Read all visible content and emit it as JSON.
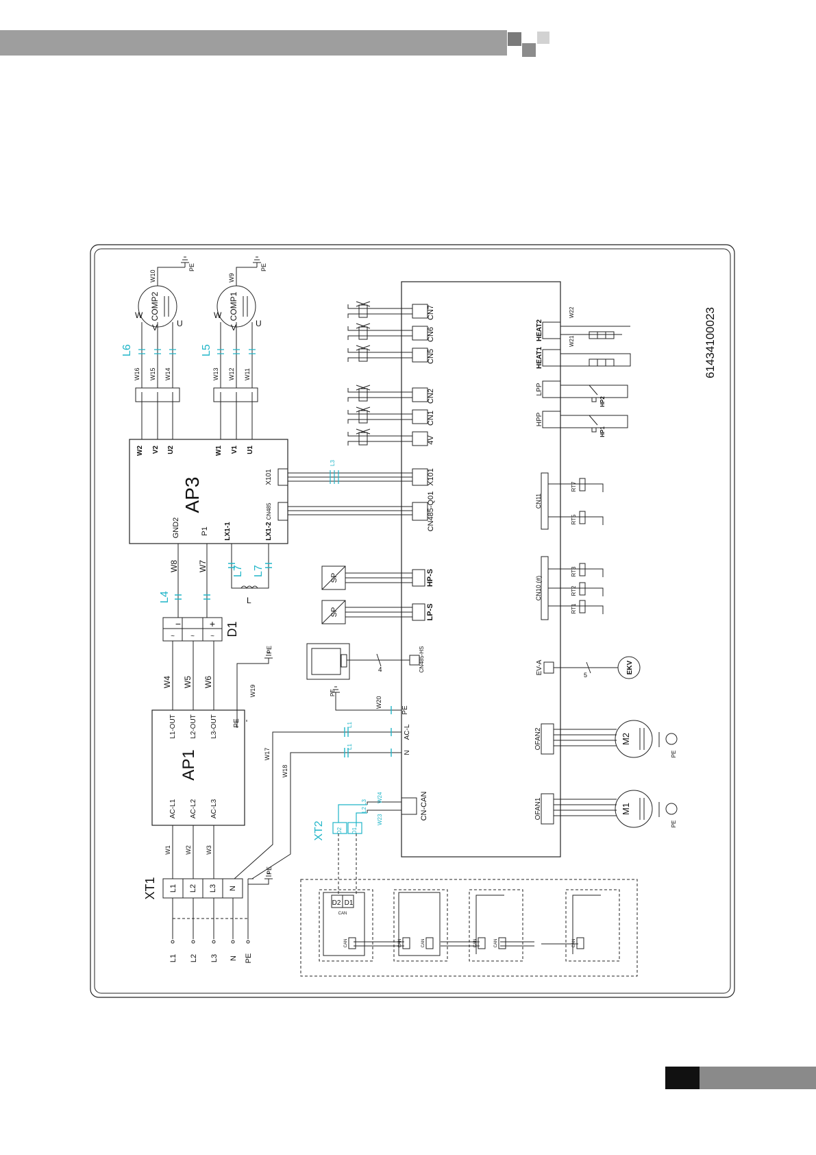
{
  "document_number": "61434100023",
  "labels": {
    "xt1": "XT1",
    "xt2": "XT2",
    "ap1": "AP1",
    "ap3": "AP3",
    "d1": "D1",
    "comp1": "COMP1",
    "comp2": "COMP2",
    "m1": "M1",
    "m2": "M2",
    "ekv": "EKV",
    "pe": "PE",
    "sp": "SP",
    "l": "L"
  },
  "xt1_terminals": [
    "L1",
    "L2",
    "L3",
    "N"
  ],
  "supply_labels": [
    "L1",
    "L2",
    "L3",
    "N",
    "PE"
  ],
  "ap1_inputs": [
    "AC-L1",
    "AC-L2",
    "AC-L3"
  ],
  "ap1_outputs": [
    "L1-OUT",
    "L2-OUT",
    "L3-OUT",
    "PE"
  ],
  "ap3_pins": {
    "gnd2": "GND2",
    "p1": "P1",
    "lx1_1": "LX1-1",
    "lx1_2": "LX1-2",
    "x101": "X101",
    "cn485": "CN485",
    "w2": "W2",
    "v2": "V2",
    "u2": "U2",
    "w1": "W1",
    "v1": "V1",
    "u1": "U1"
  },
  "wires": {
    "w1": "W1",
    "w2": "W2",
    "w3": "W3",
    "w4": "W4",
    "w5": "W5",
    "w6": "W6",
    "w7": "W7",
    "w8": "W8",
    "w9": "W9",
    "w10": "W10",
    "w11": "W11",
    "w12": "W12",
    "w13": "W13",
    "w14": "W14",
    "w15": "W15",
    "w16": "W16",
    "w17": "W17",
    "w18": "W18",
    "w19": "W19",
    "w20": "W20",
    "w21": "W21",
    "w22": "W22",
    "w23": "W23",
    "w24": "W24"
  },
  "inductors": {
    "l1": "L1",
    "l2": "L2",
    "l3": "L3",
    "l4": "L4",
    "l5": "L5",
    "l6": "L6",
    "l7": "L7"
  },
  "ferrites": {
    "ferrite_1": "L1",
    "ferrite_2": "L1",
    "ferrite_3": "L3",
    "ferrite_4": "L2"
  },
  "phase_labels": {
    "u": "U",
    "v": "V",
    "w": "W"
  },
  "d1_signs": {
    "minus": "−",
    "plus": "+",
    "tilde": "~"
  },
  "main_board_connectors": {
    "cn7": "CN7",
    "cn6": "CN6",
    "cn5": "CN5",
    "cn2": "CN2",
    "cn1": "CN1",
    "v4": "4V",
    "x101": "X101",
    "cn485_q01": "CN485-Q01",
    "hp_s": "HP-S",
    "lp_s": "LP-S",
    "cn485_hs": "CN485-HS",
    "pe": "PE",
    "ac_l": "AC-L",
    "n": "N",
    "cn_can": "CN-CAN",
    "heat2": "HEAT2",
    "heat1": "HEAT1",
    "lpp": "LPP",
    "hpp": "HPP",
    "cn11": "CN11",
    "cn10": "CN10 (#)",
    "ev_a": "EV-A",
    "ofan2": "OFAN2",
    "ofan1": "OFAN1"
  },
  "sensors": {
    "rt1": "RT1",
    "rt2": "RT2",
    "rt3": "RT3",
    "rt5": "RT5",
    "rt7": "RT7",
    "hp1": "HP1",
    "hp2": "HP2"
  },
  "counts": {
    "controller_wires": "4",
    "ev_wires": "5"
  },
  "can": {
    "label": "CAN",
    "d1": "D1",
    "d2": "D2"
  }
}
